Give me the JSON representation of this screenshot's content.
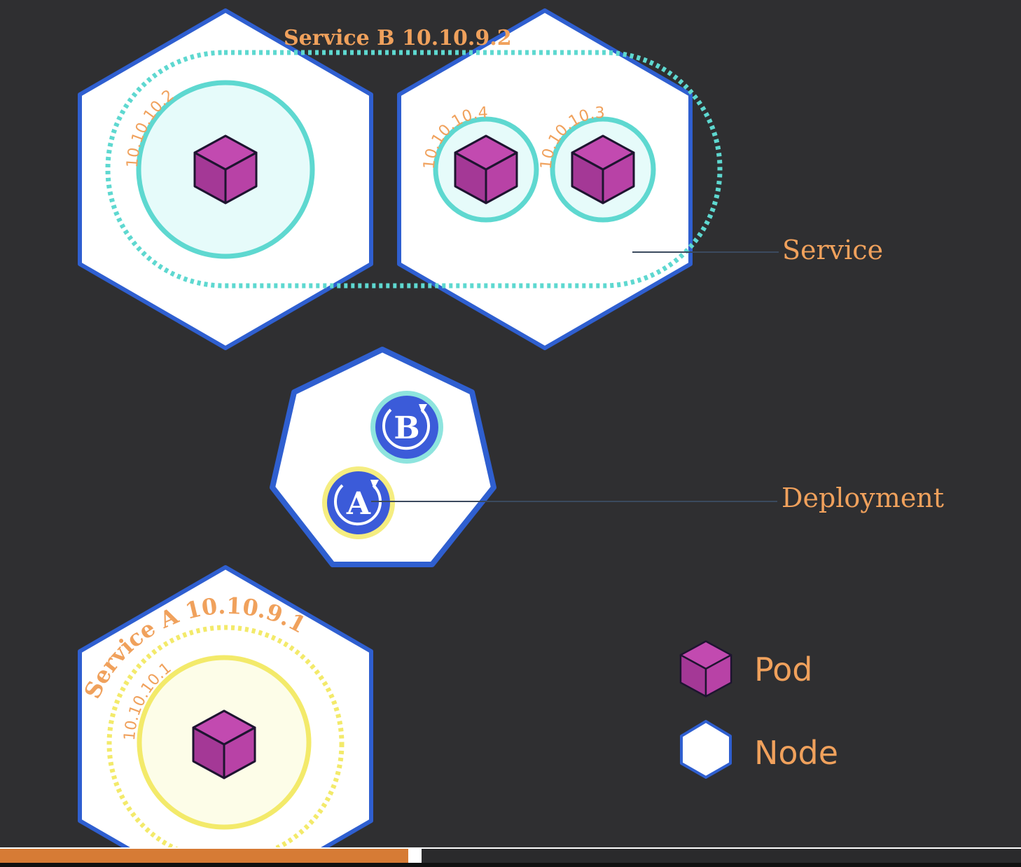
{
  "colors": {
    "background": "#2f2f31",
    "node_fill": "#ffffff",
    "node_stroke": "#2f5fd0",
    "service_b": "#5ed8d0",
    "service_a": "#f3ea6a",
    "label_orange": "#f0a15c",
    "pod_purple": "#b83fa6",
    "deployment_blue": "#3b5bd9",
    "progress_fill": "#d67b35"
  },
  "service_b": {
    "label": "Service B 10.10.9.2"
  },
  "service_a": {
    "label": "Service A  10.10.9.1"
  },
  "pods": [
    {
      "ip": "10.10.10.2"
    },
    {
      "ip": "10.10.10.4"
    },
    {
      "ip": "10.10.10.3"
    },
    {
      "ip": "10.10.10.1"
    }
  ],
  "deployments": [
    {
      "letter": "B",
      "ring_color": "#5ed8d0"
    },
    {
      "letter": "A",
      "ring_color": "#f3ea6a"
    }
  ],
  "callouts": {
    "service": "Service",
    "deployment": "Deployment"
  },
  "legend": {
    "pod": "Pod",
    "node": "Node"
  },
  "icons": {
    "pod": "cube-icon",
    "node": "hexagon-icon",
    "deployment": "rotate-cycle-icon"
  },
  "playback": {
    "progress": 0.4
  }
}
